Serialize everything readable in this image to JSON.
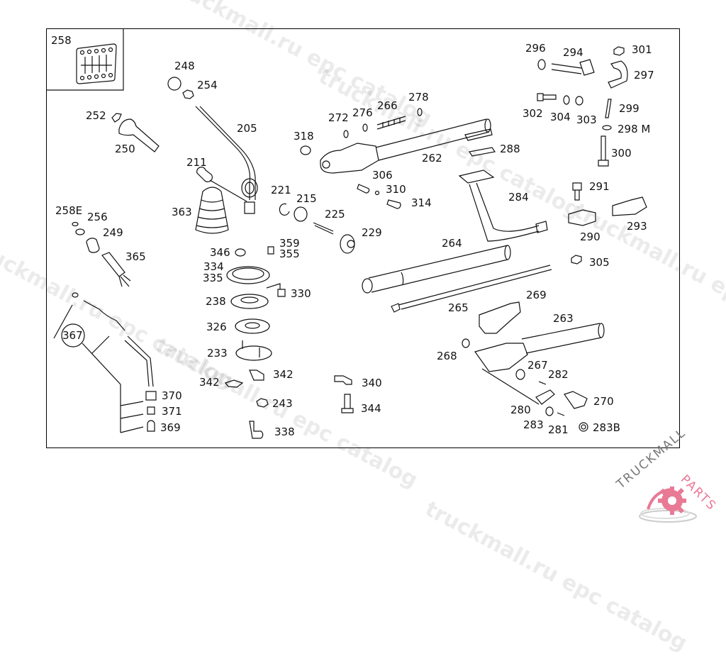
{
  "diagram": {
    "title": "Gear shift lever assembly exploded parts diagram",
    "inset_label": "258",
    "callouts": [
      {
        "id": "258E",
        "label": "258E"
      },
      {
        "id": "256",
        "label": "256"
      },
      {
        "id": "249",
        "label": "249"
      },
      {
        "id": "365",
        "label": "365"
      },
      {
        "id": "367",
        "label": "367"
      },
      {
        "id": "370",
        "label": "370"
      },
      {
        "id": "371",
        "label": "371"
      },
      {
        "id": "369",
        "label": "369"
      },
      {
        "id": "248",
        "label": "248"
      },
      {
        "id": "254",
        "label": "254"
      },
      {
        "id": "252",
        "label": "252"
      },
      {
        "id": "250",
        "label": "250"
      },
      {
        "id": "205",
        "label": "205"
      },
      {
        "id": "211",
        "label": "211"
      },
      {
        "id": "363",
        "label": "363"
      },
      {
        "id": "221",
        "label": "221"
      },
      {
        "id": "215",
        "label": "215"
      },
      {
        "id": "225",
        "label": "225"
      },
      {
        "id": "229",
        "label": "229"
      },
      {
        "id": "346",
        "label": "346"
      },
      {
        "id": "359",
        "label": "359"
      },
      {
        "id": "355",
        "label": "355"
      },
      {
        "id": "334",
        "label": "334"
      },
      {
        "id": "335",
        "label": "335"
      },
      {
        "id": "330",
        "label": "330"
      },
      {
        "id": "238",
        "label": "238"
      },
      {
        "id": "326",
        "label": "326"
      },
      {
        "id": "233",
        "label": "233"
      },
      {
        "id": "342a",
        "label": "342"
      },
      {
        "id": "342b",
        "label": "342"
      },
      {
        "id": "243",
        "label": "243"
      },
      {
        "id": "338",
        "label": "338"
      },
      {
        "id": "340",
        "label": "340"
      },
      {
        "id": "344",
        "label": "344"
      },
      {
        "id": "318",
        "label": "318"
      },
      {
        "id": "272",
        "label": "272"
      },
      {
        "id": "276",
        "label": "276"
      },
      {
        "id": "266",
        "label": "266"
      },
      {
        "id": "278",
        "label": "278"
      },
      {
        "id": "262",
        "label": "262"
      },
      {
        "id": "288",
        "label": "288"
      },
      {
        "id": "306",
        "label": "306"
      },
      {
        "id": "310",
        "label": "310"
      },
      {
        "id": "314",
        "label": "314"
      },
      {
        "id": "284",
        "label": "284"
      },
      {
        "id": "264",
        "label": "264"
      },
      {
        "id": "265",
        "label": "265"
      },
      {
        "id": "269",
        "label": "269"
      },
      {
        "id": "263",
        "label": "263"
      },
      {
        "id": "268",
        "label": "268"
      },
      {
        "id": "267",
        "label": "267"
      },
      {
        "id": "282",
        "label": "282"
      },
      {
        "id": "280",
        "label": "280"
      },
      {
        "id": "270",
        "label": "270"
      },
      {
        "id": "283",
        "label": "283"
      },
      {
        "id": "281",
        "label": "281"
      },
      {
        "id": "283B",
        "label": "283B"
      },
      {
        "id": "296",
        "label": "296"
      },
      {
        "id": "294",
        "label": "294"
      },
      {
        "id": "301",
        "label": "301"
      },
      {
        "id": "297",
        "label": "297"
      },
      {
        "id": "302",
        "label": "302"
      },
      {
        "id": "304",
        "label": "304"
      },
      {
        "id": "303",
        "label": "303"
      },
      {
        "id": "299",
        "label": "299"
      },
      {
        "id": "298M",
        "label": "298 M"
      },
      {
        "id": "300",
        "label": "300"
      },
      {
        "id": "291",
        "label": "291"
      },
      {
        "id": "293",
        "label": "293"
      },
      {
        "id": "290",
        "label": "290"
      },
      {
        "id": "305",
        "label": "305"
      }
    ]
  },
  "watermarks": [
    "truckmall.ru epc catalog",
    "truckmall.ru epc catalog",
    "truckmall.ru epc catalog",
    "truckmall.ru epc catalog",
    "truckmall.ru epc catalog"
  ],
  "logo": {
    "text_primary": "TRUCKMALL",
    "text_secondary": "PARTS",
    "primary_color": "#777777",
    "accent_color": "#e87a96",
    "icon": "gear-icon"
  }
}
